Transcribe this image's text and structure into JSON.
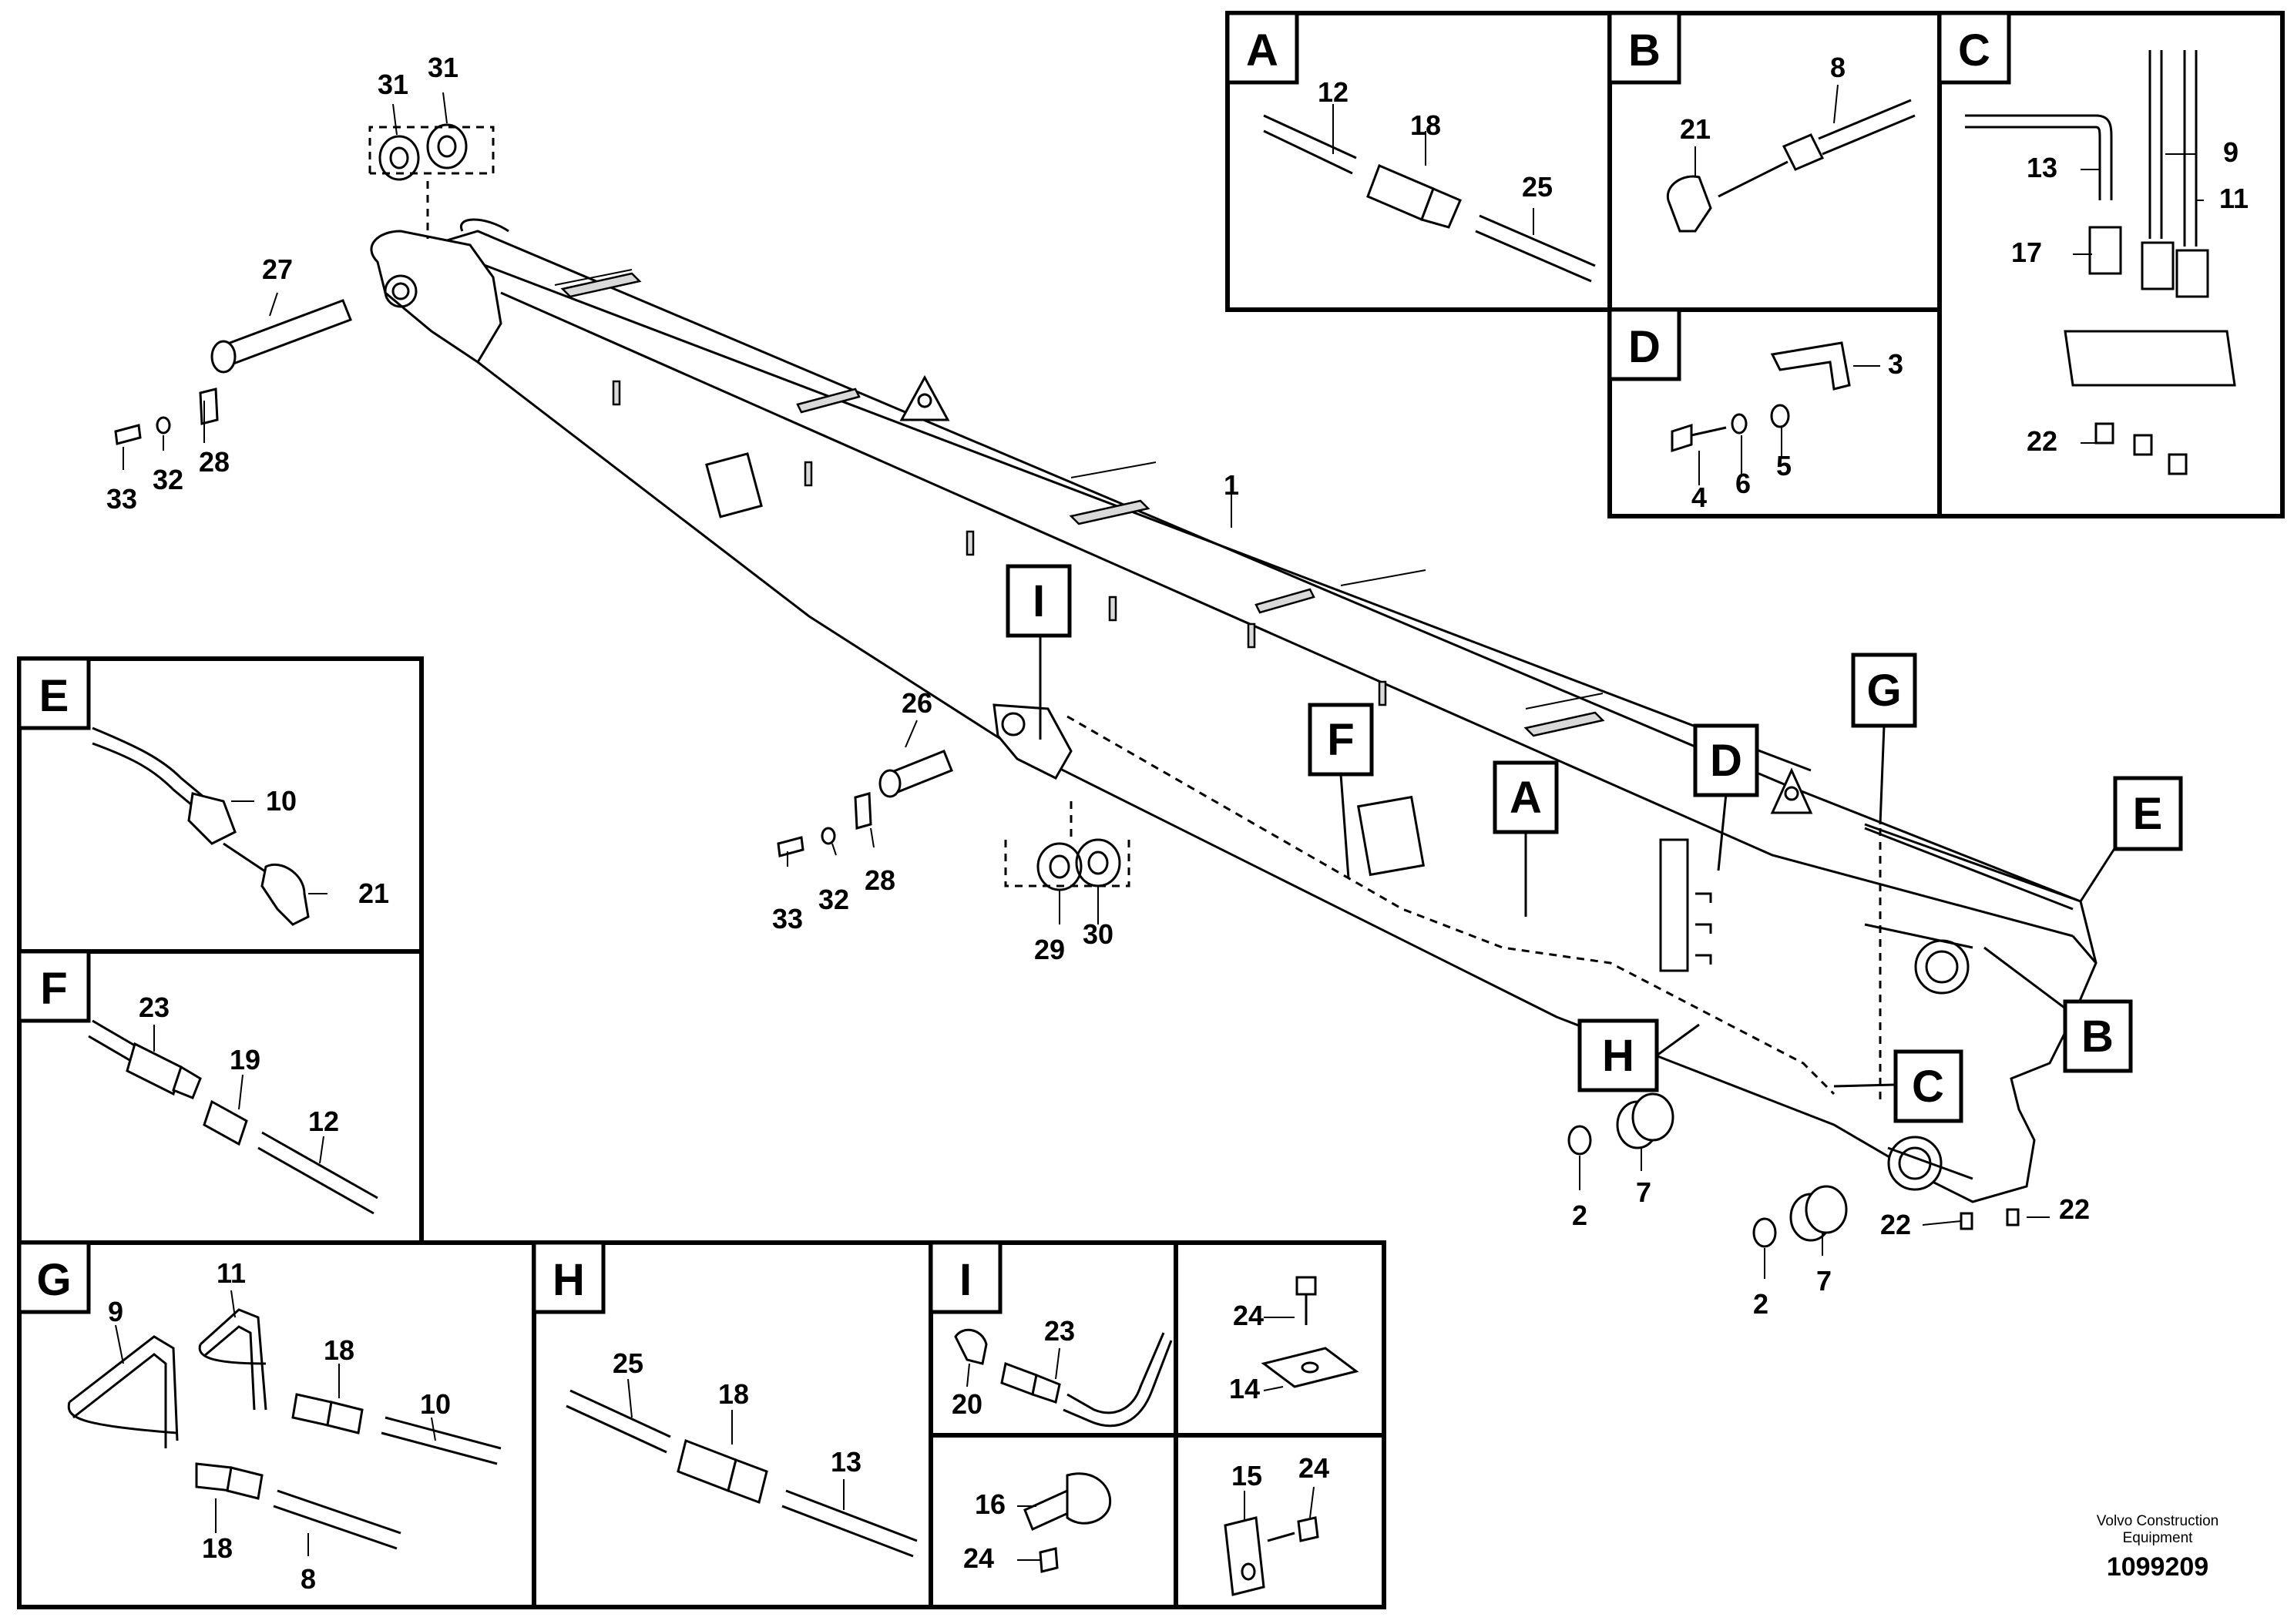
{
  "main": {
    "part_labels": {
      "p1": "1",
      "p2a": "2",
      "p2b": "2",
      "p7a": "7",
      "p7b": "7",
      "p22a": "22",
      "p22b": "22",
      "p26": "26",
      "p27": "27",
      "p28a": "28",
      "p28b": "28",
      "p29": "29",
      "p30": "30",
      "p31a": "31",
      "p31b": "31",
      "p32a": "32",
      "p32b": "32",
      "p33a": "33",
      "p33b": "33"
    },
    "callouts": {
      "A": "A",
      "B": "B",
      "C": "C",
      "D": "D",
      "E": "E",
      "F": "F",
      "G": "G",
      "H": "H",
      "I": "I"
    }
  },
  "details": {
    "A": {
      "letter": "A",
      "labels": [
        "12",
        "18",
        "25"
      ]
    },
    "B": {
      "letter": "B",
      "labels": [
        "21",
        "8"
      ]
    },
    "C": {
      "letter": "C",
      "labels": [
        "13",
        "9",
        "11",
        "17",
        "22"
      ]
    },
    "D": {
      "letter": "D",
      "labels": [
        "3",
        "4",
        "6",
        "5"
      ]
    },
    "E": {
      "letter": "E",
      "labels": [
        "10",
        "21"
      ]
    },
    "F": {
      "letter": "F",
      "labels": [
        "23",
        "19",
        "12"
      ]
    },
    "G": {
      "letter": "G",
      "labels": [
        "11",
        "9",
        "18",
        "10",
        "18",
        "8"
      ]
    },
    "H": {
      "letter": "H",
      "labels": [
        "25",
        "18",
        "13"
      ]
    },
    "I": {
      "letter": "I",
      "labels": [
        "23",
        "20"
      ]
    },
    "J": {
      "labels": [
        "24",
        "14"
      ]
    },
    "K": {
      "labels": [
        "16",
        "24"
      ]
    },
    "L": {
      "labels": [
        "15",
        "24"
      ]
    }
  },
  "footer": {
    "company_line1": "Volvo Construction",
    "company_line2": "Equipment",
    "drawing_number": "1099209"
  }
}
